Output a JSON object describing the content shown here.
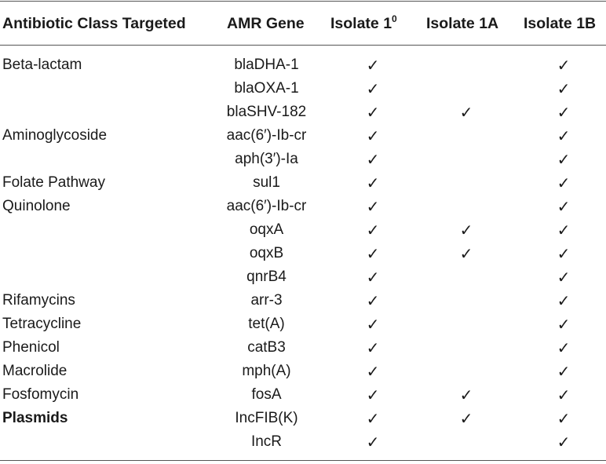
{
  "header": {
    "col_class": "Antibiotic Class Targeted",
    "col_gene": "AMR Gene",
    "col_isolate1": "Isolate 1",
    "col_isolate1_sup": "0",
    "col_isolate1a": "Isolate 1A",
    "col_isolate1b": "Isolate 1B"
  },
  "check_mark": "✓",
  "rows": [
    {
      "class": "Beta-lactam",
      "gene": "blaDHA-1",
      "i1": "✓",
      "i1a": "",
      "i1b": "✓",
      "bold": false
    },
    {
      "class": "",
      "gene": "blaOXA-1",
      "i1": "✓",
      "i1a": "",
      "i1b": "✓",
      "bold": false
    },
    {
      "class": "",
      "gene": "blaSHV-182",
      "i1": "✓",
      "i1a": "✓",
      "i1b": "✓",
      "bold": false
    },
    {
      "class": "Aminoglycoside",
      "gene": "aac(6′)-Ib-cr",
      "i1": "✓",
      "i1a": "",
      "i1b": "✓",
      "bold": false
    },
    {
      "class": "",
      "gene": "aph(3′)-Ia",
      "i1": "✓",
      "i1a": "",
      "i1b": "✓",
      "bold": false
    },
    {
      "class": "Folate Pathway",
      "gene": "sul1",
      "i1": "✓",
      "i1a": "",
      "i1b": "✓",
      "bold": false
    },
    {
      "class": "Quinolone",
      "gene": "aac(6′)-Ib-cr",
      "i1": "✓",
      "i1a": "",
      "i1b": "✓",
      "bold": false
    },
    {
      "class": "",
      "gene": "oqxA",
      "i1": "✓",
      "i1a": "✓",
      "i1b": "✓",
      "bold": false
    },
    {
      "class": "",
      "gene": "oqxB",
      "i1": "✓",
      "i1a": "✓",
      "i1b": "✓",
      "bold": false
    },
    {
      "class": "",
      "gene": "qnrB4",
      "i1": "✓",
      "i1a": "",
      "i1b": "✓",
      "bold": false
    },
    {
      "class": "Rifamycins",
      "gene": "arr-3",
      "i1": "✓",
      "i1a": "",
      "i1b": "✓",
      "bold": false
    },
    {
      "class": "Tetracycline",
      "gene": "tet(A)",
      "i1": "✓",
      "i1a": "",
      "i1b": "✓",
      "bold": false
    },
    {
      "class": "Phenicol",
      "gene": "catB3",
      "i1": "✓",
      "i1a": "",
      "i1b": "✓",
      "bold": false
    },
    {
      "class": "Macrolide",
      "gene": "mph(A)",
      "i1": "✓",
      "i1a": "",
      "i1b": "✓",
      "bold": false
    },
    {
      "class": "Fosfomycin",
      "gene": "fosA",
      "i1": "✓",
      "i1a": "✓",
      "i1b": "✓",
      "bold": false
    },
    {
      "class": "Plasmids",
      "gene": "IncFIB(K)",
      "i1": "✓",
      "i1a": "✓",
      "i1b": "✓",
      "bold": true
    },
    {
      "class": "",
      "gene": "IncR",
      "i1": "✓",
      "i1a": "",
      "i1b": "✓",
      "bold": false
    }
  ]
}
